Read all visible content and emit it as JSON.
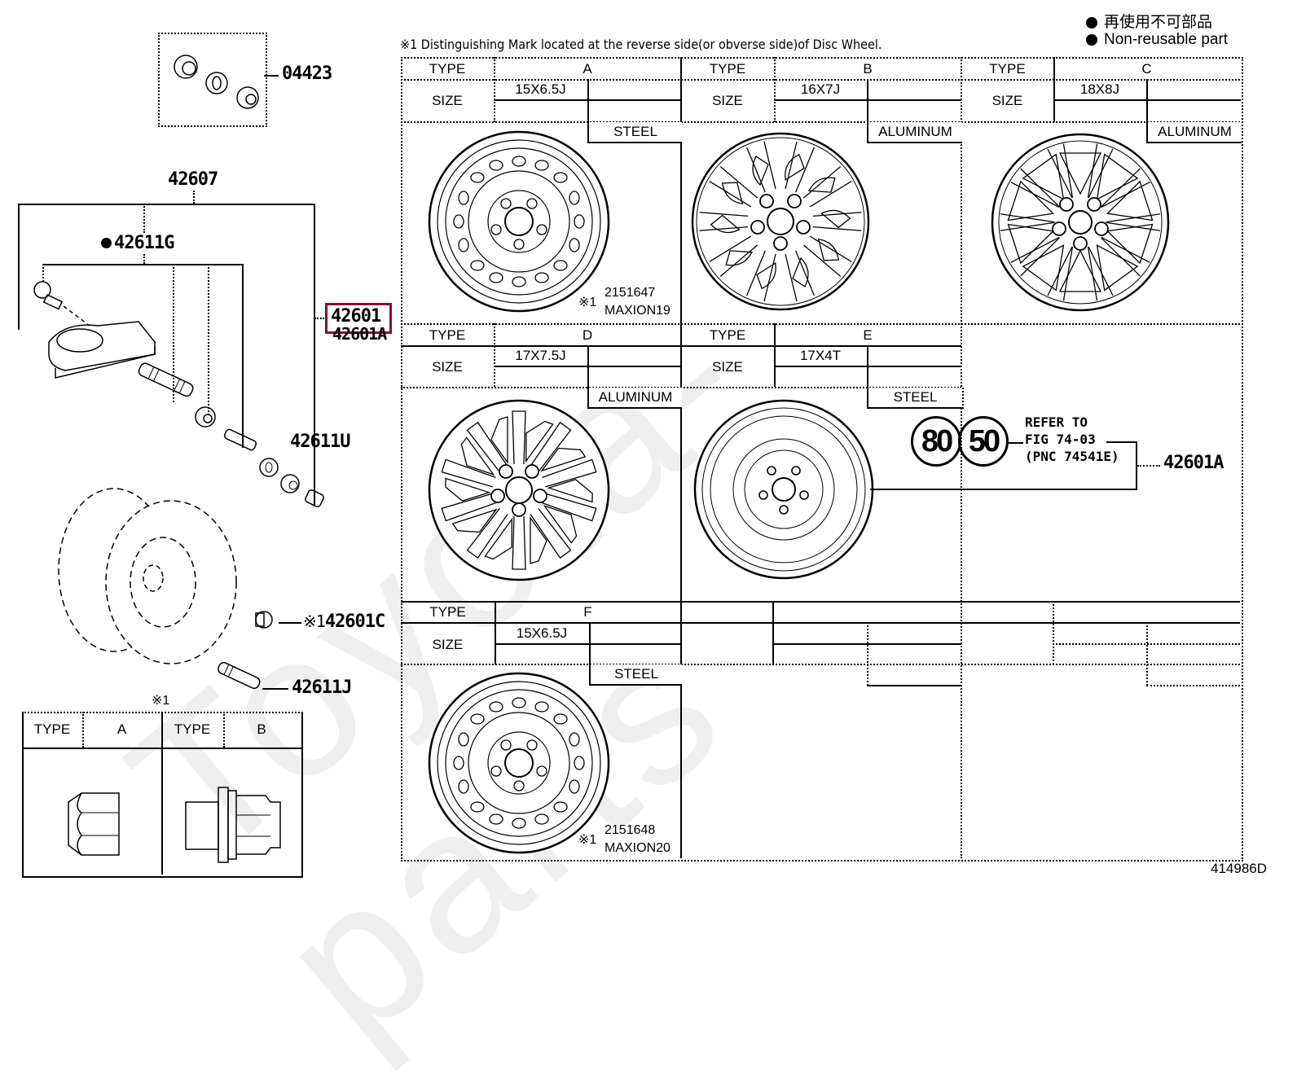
{
  "legend": {
    "jp_label": "再使用不可部品",
    "en_label": "Non-reusable part"
  },
  "note": "※1 Distinguishing Mark located at the reverse side(or obverse side)of Disc Wheel.",
  "callouts": {
    "c04423": "04423",
    "c42607": "42607",
    "c42611G": "42611G",
    "c42601": "42601",
    "c42601A_under": "42601A",
    "c42611U": "42611U",
    "c42601C": "42601C",
    "c42601C_mark": "※1",
    "c42611J": "42611J",
    "c42601A": "42601A",
    "nut_note": "※1"
  },
  "wheel_table": {
    "type_label": "TYPE",
    "size_label": "SIZE",
    "wheels": [
      {
        "type": "A",
        "size": "15X6.5J",
        "material": "STEEL",
        "mark_symbol": "※1",
        "mark_code": "2151647",
        "mark_name": "MAXION19"
      },
      {
        "type": "B",
        "size": "16X7J",
        "material": "ALUMINUM"
      },
      {
        "type": "C",
        "size": "18X8J",
        "material": "ALUMINUM"
      },
      {
        "type": "D",
        "size": "17X7.5J",
        "material": "ALUMINUM"
      },
      {
        "type": "E",
        "size": "17X4T",
        "material": "STEEL"
      },
      {
        "type": "F",
        "size": "15X6.5J",
        "material": "STEEL",
        "mark_symbol": "※1",
        "mark_code": "2151648",
        "mark_name": "MAXION20"
      }
    ]
  },
  "refer": {
    "circle1": "80",
    "circle2": "50",
    "line1": "REFER TO",
    "line2": "FIG 74-03",
    "line3": "(PNC 74541E)"
  },
  "nut_table": {
    "type_label": "TYPE",
    "type_a": "A",
    "type_b": "B"
  },
  "figure_id": "414986D",
  "watermark": "Toyota-parts",
  "colors": {
    "highlight": "#8b0a2e",
    "line": "#000000"
  }
}
